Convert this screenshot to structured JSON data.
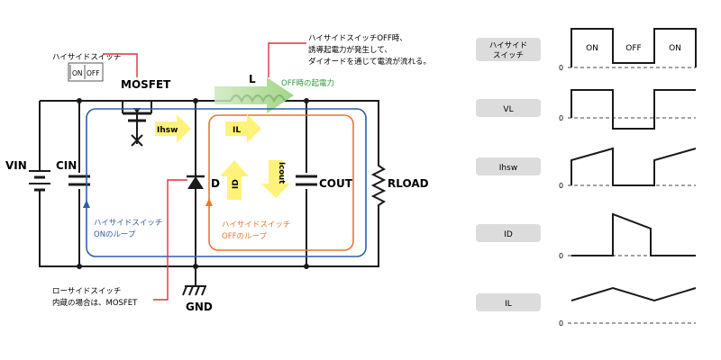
{
  "circuit": {
    "vin": "VIN",
    "cin": "CIN",
    "mosfet": "MOSFET",
    "inductor": "L",
    "diode": "D",
    "cout": "COUT",
    "rload": "RLOAD",
    "gnd": "GND",
    "switch_callout": "ハイサイドスイッチ",
    "switch_on": "ON",
    "switch_off": "OFF",
    "off_note": [
      "ハイサイドスイッチOFF時、",
      "誘導起電力が発生して、",
      "ダイオードを通じて電流が流れる。"
    ],
    "off_emf": "OFF時の起電力",
    "lowside_note": [
      "ローサイドスイッチ",
      "内蔵の場合は、MOSFET"
    ],
    "on_loop": [
      "ハイサイドスイッチ",
      "ONのループ"
    ],
    "off_loop": [
      "ハイサイドスイッチ",
      "OFFのループ"
    ],
    "currents": {
      "ihsw": "Ihsw",
      "il": "IL",
      "id": "ID",
      "icout": "Icout"
    },
    "colors": {
      "on_loop": "#2f5fa8",
      "off_loop": "#e8772e",
      "callout": "#e03040",
      "emf": "#2e9a3a",
      "arrow": "#fff27a"
    }
  },
  "waveforms": {
    "zero": "0",
    "rows": [
      {
        "label": [
          "ハイサイド",
          "スイッチ"
        ],
        "segments": [
          "ON",
          "OFF",
          "ON"
        ]
      },
      {
        "label": [
          "VL"
        ]
      },
      {
        "label": [
          "Ihsw"
        ]
      },
      {
        "label": [
          "ID"
        ]
      },
      {
        "label": [
          "IL"
        ]
      }
    ]
  }
}
